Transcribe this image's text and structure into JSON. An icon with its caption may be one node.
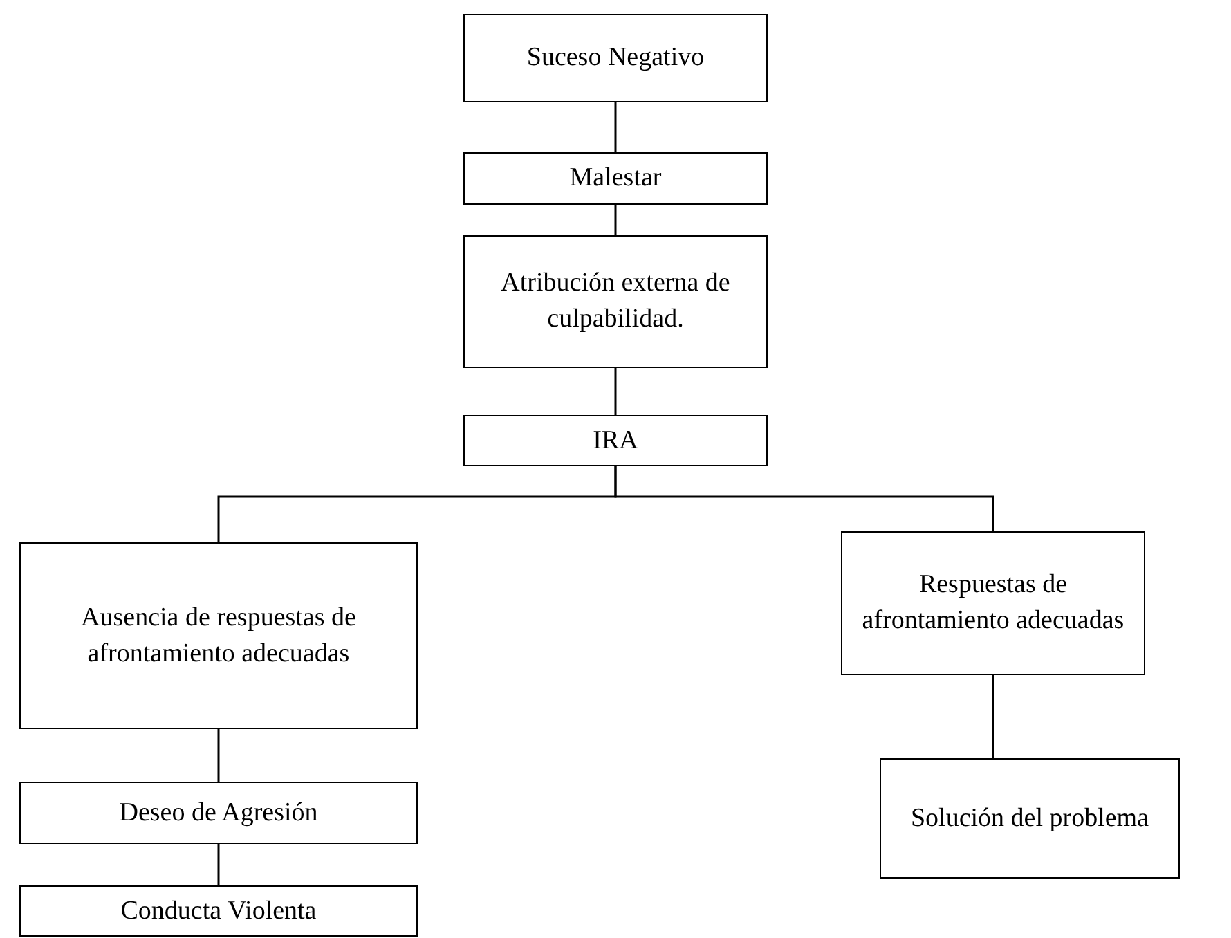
{
  "diagram": {
    "nodes": [
      {
        "text": [
          "Suceso Negativo"
        ]
      },
      {
        "text": [
          "Malestar"
        ]
      },
      {
        "text": [
          "Atribución externa de culpabilidad."
        ]
      },
      {
        "text": [
          "IRA"
        ]
      },
      {
        "text": [
          "Ausencia de respuestas de afrontamiento adecuadas"
        ]
      },
      {
        "text": [
          "Respuestas de afrontamiento adecuadas"
        ]
      },
      {
        "text": [
          "Deseo de Agresión"
        ]
      },
      {
        "text": [
          "Conducta Violenta"
        ]
      },
      {
        "text": [
          "Solución del problema"
        ]
      }
    ],
    "edges": [
      {
        "from": 0,
        "to": 1,
        "arrow": "none"
      },
      {
        "from": 1,
        "to": 2,
        "arrow": "none"
      },
      {
        "from": 2,
        "to": 3,
        "arrow": "none"
      },
      {
        "from": 3,
        "to": 4,
        "arrow": "none"
      },
      {
        "from": 3,
        "to": 5,
        "arrow": "none"
      },
      {
        "from": 4,
        "to": 6,
        "arrow": "none"
      },
      {
        "from": 6,
        "to": 7,
        "arrow": "none"
      },
      {
        "from": 5,
        "to": 8,
        "arrow": "none"
      }
    ]
  }
}
